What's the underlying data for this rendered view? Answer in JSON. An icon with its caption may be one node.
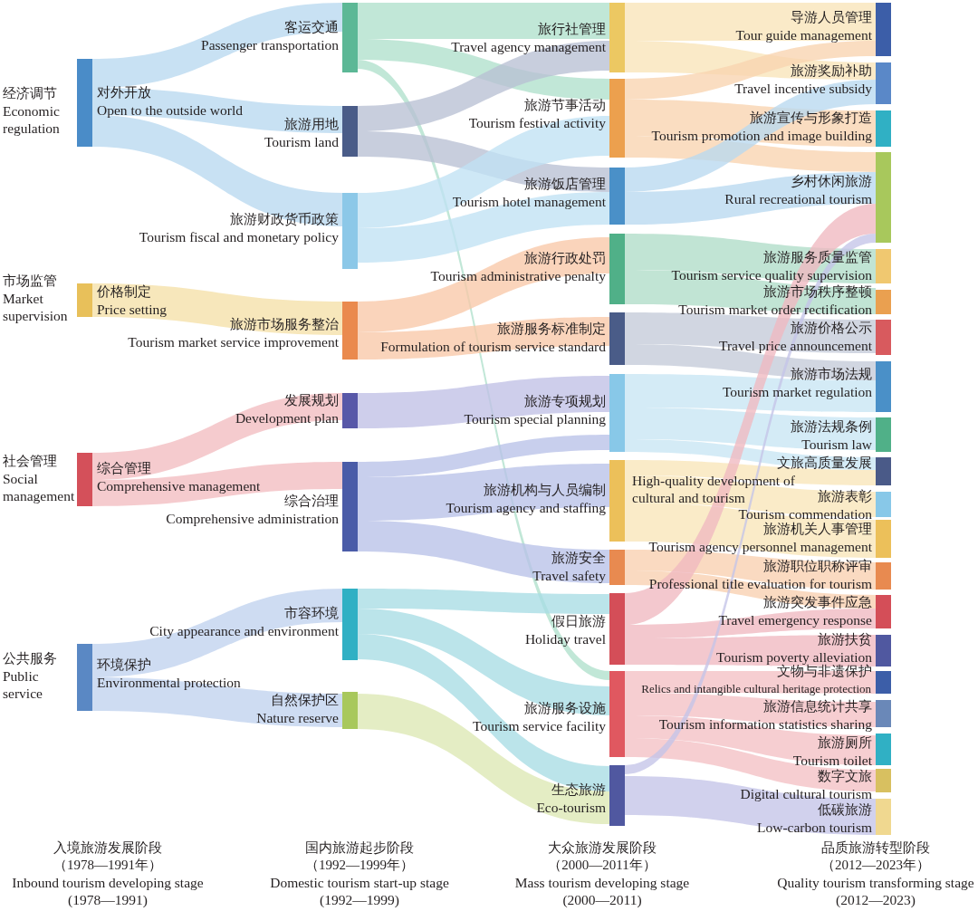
{
  "diagram": {
    "nodes": [
      {
        "text": [],
        "shape": "bar",
        "beside": [
          "经济调节",
          "Economic regulation",
          "对外开放",
          "Open to the outside world"
        ]
      },
      {
        "text": [],
        "shape": "bar",
        "beside": [
          "市场监管",
          "Market supervision",
          "价格制定",
          "Price setting"
        ]
      },
      {
        "text": [],
        "shape": "bar",
        "beside": [
          "社会管理",
          "Social management",
          "综合管理",
          "Comprehensive management"
        ]
      },
      {
        "text": [],
        "shape": "bar",
        "beside": [
          "公共服务",
          "Public service",
          "环境保护",
          "Environmental protection"
        ]
      },
      {
        "text": [],
        "shape": "bar",
        "beside": [
          "客运交通",
          "Passenger transportation"
        ]
      },
      {
        "text": [],
        "shape": "bar",
        "beside": [
          "旅游用地",
          "Tourism land"
        ]
      },
      {
        "text": [],
        "shape": "bar",
        "beside": [
          "旅游财政货币政策",
          "Tourism fiscal and monetary policy"
        ]
      },
      {
        "text": [],
        "shape": "bar",
        "beside": [
          "旅游市场服务整治",
          "Tourism market service improvement"
        ]
      },
      {
        "text": [],
        "shape": "bar",
        "beside": [
          "发展规划",
          "Development plan"
        ]
      },
      {
        "text": [],
        "shape": "bar",
        "beside": [
          "综合治理",
          "Comprehensive administration"
        ]
      },
      {
        "text": [],
        "shape": "bar",
        "beside": [
          "市容环境",
          "City appearance and environment"
        ]
      },
      {
        "text": [],
        "shape": "bar",
        "beside": [
          "自然保护区",
          "Nature reserve"
        ]
      },
      {
        "text": [],
        "shape": "bar",
        "beside": [
          "旅行社管理",
          "Travel agency management"
        ]
      },
      {
        "text": [],
        "shape": "bar",
        "beside": [
          "旅游节事活动",
          "Tourism festival activity"
        ]
      },
      {
        "text": [],
        "shape": "bar",
        "beside": [
          "旅游饭店管理",
          "Tourism hotel management"
        ]
      },
      {
        "text": [],
        "shape": "bar",
        "beside": [
          "旅游行政处罚",
          "Tourism administrative penalty"
        ]
      },
      {
        "text": [],
        "shape": "bar",
        "beside": [
          "旅游服务标准制定",
          "Formulation of tourism service standard"
        ]
      },
      {
        "text": [],
        "shape": "bar",
        "beside": [
          "旅游专项规划",
          "Tourism special planning"
        ]
      },
      {
        "text": [],
        "shape": "bar",
        "beside": [
          "旅游机构与人员编制",
          "Tourism agency and staffing"
        ]
      },
      {
        "text": [],
        "shape": "bar",
        "beside": [
          "旅游安全",
          "Travel safety"
        ]
      },
      {
        "text": [],
        "shape": "bar",
        "beside": [
          "假日旅游",
          "Holiday travel"
        ]
      },
      {
        "text": [],
        "shape": "bar",
        "beside": [
          "旅游服务设施",
          "Tourism service facility"
        ]
      },
      {
        "text": [],
        "shape": "bar",
        "beside": [
          "生态旅游",
          "Eco-tourism"
        ]
      },
      {
        "text": [],
        "shape": "bar",
        "beside": [
          "导游人员管理",
          "Tour guide management"
        ]
      },
      {
        "text": [],
        "shape": "bar",
        "beside": [
          "旅游奖励补助",
          "Travel incentive subsidy"
        ]
      },
      {
        "text": [],
        "shape": "bar",
        "beside": [
          "旅游宣传与形象打造",
          "Tourism promotion and image building"
        ]
      },
      {
        "text": [],
        "shape": "bar",
        "beside": [
          "乡村休闲旅游",
          "Rural recreational tourism"
        ]
      },
      {
        "text": [],
        "shape": "bar",
        "beside": [
          "旅游服务质量监管",
          "Tourism service quality supervision"
        ]
      },
      {
        "text": [],
        "shape": "bar",
        "beside": [
          "旅游市场秩序整顿",
          "Tourism market order rectification"
        ]
      },
      {
        "text": [],
        "shape": "bar",
        "beside": [
          "旅游价格公示",
          "Travel price announcement"
        ]
      },
      {
        "text": [],
        "shape": "bar",
        "beside": [
          "旅游市场法规",
          "Tourism market regulation"
        ]
      },
      {
        "text": [],
        "shape": "bar",
        "beside": [
          "旅游法规条例",
          "Tourism law"
        ]
      },
      {
        "text": [],
        "shape": "bar",
        "beside": [
          "文旅高质量发展",
          "High-quality development of cultural and tourism"
        ]
      },
      {
        "text": [],
        "shape": "bar",
        "beside": [
          "旅游表彰",
          "Tourism commendation"
        ]
      },
      {
        "text": [],
        "shape": "bar",
        "beside": [
          "旅游机关人事管理",
          "Tourism agency personnel management"
        ]
      },
      {
        "text": [],
        "shape": "bar",
        "beside": [
          "旅游职位职称评审",
          "Professional title evaluation for tourism"
        ]
      },
      {
        "text": [],
        "shape": "bar",
        "beside": [
          "旅游突发事件应急",
          "Travel emergency response"
        ]
      },
      {
        "text": [],
        "shape": "bar",
        "beside": [
          "旅游扶贫",
          "Tourism poverty alleviation"
        ]
      },
      {
        "text": [],
        "shape": "bar",
        "beside": [
          "文物与非遗保护",
          "Relics and intangible cultural heritage protection"
        ]
      },
      {
        "text": [],
        "shape": "bar",
        "beside": [
          "旅游信息统计共享",
          "Tourism information statistics sharing"
        ]
      },
      {
        "text": [],
        "shape": "bar",
        "beside": [
          "旅游厕所",
          "Tourism toilet"
        ]
      },
      {
        "text": [],
        "shape": "bar",
        "beside": [
          "数字文旅",
          "Digital cultural tourism"
        ]
      },
      {
        "text": [],
        "shape": "bar",
        "beside": [
          "低碳旅游",
          "Low-carbon tourism"
        ]
      }
    ],
    "edges": [
      {
        "from": 0,
        "to": 4,
        "arrow": "none",
        "color": "#b8d8f0"
      },
      {
        "from": 0,
        "to": 5,
        "arrow": "none",
        "color": "#b8d8f0"
      },
      {
        "from": 0,
        "to": 6,
        "arrow": "none",
        "color": "#b8d8f0"
      },
      {
        "from": 1,
        "to": 7,
        "arrow": "none",
        "color": "#f5e0a8"
      },
      {
        "from": 2,
        "to": 8,
        "arrow": "none",
        "color": "#f2bcc0"
      },
      {
        "from": 2,
        "to": 9,
        "arrow": "none",
        "color": "#f2bcc0"
      },
      {
        "from": 3,
        "to": 10,
        "arrow": "none",
        "color": "#c0d2ee"
      },
      {
        "from": 3,
        "to": 11,
        "arrow": "none",
        "color": "#c0d2ee"
      },
      {
        "from": 4,
        "to": 12,
        "arrow": "none",
        "color": "#b0e0cc"
      },
      {
        "from": 4,
        "to": 13,
        "arrow": "none",
        "color": "#b0e0cc"
      },
      {
        "from": 4,
        "to": 21,
        "arrow": "none",
        "color": "#b0e0cc"
      },
      {
        "from": 5,
        "to": 12,
        "arrow": "none",
        "color": "#b8c0d4"
      },
      {
        "from": 5,
        "to": 14,
        "arrow": "none",
        "color": "#b8c0d4"
      },
      {
        "from": 6,
        "to": 13,
        "arrow": "none",
        "color": "#c0e2f4"
      },
      {
        "from": 6,
        "to": 14,
        "arrow": "none",
        "color": "#c0e2f4"
      },
      {
        "from": 7,
        "to": 15,
        "arrow": "none",
        "color": "#f8c8a8"
      },
      {
        "from": 7,
        "to": 16,
        "arrow": "none",
        "color": "#f8c8a8"
      },
      {
        "from": 8,
        "to": 17,
        "arrow": "none",
        "color": "#c0c0e6"
      },
      {
        "from": 9,
        "to": 17,
        "arrow": "none",
        "color": "#b8c2e8"
      },
      {
        "from": 9,
        "to": 18,
        "arrow": "none",
        "color": "#b8c2e8"
      },
      {
        "from": 9,
        "to": 19,
        "arrow": "none",
        "color": "#b8c2e8"
      },
      {
        "from": 10,
        "to": 20,
        "arrow": "none",
        "color": "#a8dce4"
      },
      {
        "from": 10,
        "to": 21,
        "arrow": "none",
        "color": "#a8dce4"
      },
      {
        "from": 10,
        "to": 22,
        "arrow": "none",
        "color": "#a8dce4"
      },
      {
        "from": 11,
        "to": 22,
        "arrow": "none",
        "color": "#dce8b4"
      },
      {
        "from": 12,
        "to": 23,
        "arrow": "none",
        "color": "#f8e4b8"
      },
      {
        "from": 12,
        "to": 24,
        "arrow": "none",
        "color": "#f8e4b8"
      },
      {
        "from": 13,
        "to": 23,
        "arrow": "none",
        "color": "#f8d4b0"
      },
      {
        "from": 13,
        "to": 25,
        "arrow": "none",
        "color": "#f8d4b0"
      },
      {
        "from": 13,
        "to": 26,
        "arrow": "none",
        "color": "#f8d4b0"
      },
      {
        "from": 14,
        "to": 24,
        "arrow": "none",
        "color": "#b8d8f0"
      },
      {
        "from": 14,
        "to": 26,
        "arrow": "none",
        "color": "#b8d8f0"
      },
      {
        "from": 15,
        "to": 27,
        "arrow": "none",
        "color": "#b0dcc8"
      },
      {
        "from": 15,
        "to": 28,
        "arrow": "none",
        "color": "#b0dcc8"
      },
      {
        "from": 16,
        "to": 29,
        "arrow": "none",
        "color": "#c4cad8"
      },
      {
        "from": 16,
        "to": 30,
        "arrow": "none",
        "color": "#c4cad8"
      },
      {
        "from": 17,
        "to": 30,
        "arrow": "none",
        "color": "#c8e6f4"
      },
      {
        "from": 17,
        "to": 31,
        "arrow": "none",
        "color": "#c8e6f4"
      },
      {
        "from": 17,
        "to": 32,
        "arrow": "none",
        "color": "#c8e6f4"
      },
      {
        "from": 18,
        "to": 32,
        "arrow": "none",
        "color": "#f8e6b8"
      },
      {
        "from": 18,
        "to": 33,
        "arrow": "none",
        "color": "#f8e6b8"
      },
      {
        "from": 18,
        "to": 34,
        "arrow": "none",
        "color": "#f8e6b8"
      },
      {
        "from": 19,
        "to": 35,
        "arrow": "none",
        "color": "#f8d0b0"
      },
      {
        "from": 19,
        "to": 36,
        "arrow": "none",
        "color": "#f8d0b0"
      },
      {
        "from": 20,
        "to": 26,
        "arrow": "none",
        "color": "#f0b8c0"
      },
      {
        "from": 20,
        "to": 36,
        "arrow": "none",
        "color": "#f0b8c0"
      },
      {
        "from": 20,
        "to": 37,
        "arrow": "none",
        "color": "#f0b8c0"
      },
      {
        "from": 21,
        "to": 38,
        "arrow": "none",
        "color": "#f4c0c4"
      },
      {
        "from": 21,
        "to": 39,
        "arrow": "none",
        "color": "#f4c0c4"
      },
      {
        "from": 21,
        "to": 40,
        "arrow": "none",
        "color": "#f4c0c4"
      },
      {
        "from": 21,
        "to": 41,
        "arrow": "none",
        "color": "#f4c0c4"
      },
      {
        "from": 22,
        "to": 26,
        "arrow": "none",
        "color": "#c4c4e8"
      },
      {
        "from": 22,
        "to": 42,
        "arrow": "none",
        "color": "#c4c4e8"
      }
    ],
    "labels": [
      "入境旅游发展阶段",
      "（1978—1991年）",
      "Inbound tourism developing stage",
      "(1978—1991)",
      "国内旅游起步阶段",
      "（1992—1999年）",
      "Domestic tourism start-up stage",
      "(1992—1999)",
      "大众旅游发展阶段",
      "（2000—2011年）",
      "Mass tourism developing stage",
      "(2000—2011)",
      "品质旅游转型阶段",
      "（2012—2023年）",
      "Quality tourism transforming stage",
      "(2012—2023)"
    ]
  }
}
